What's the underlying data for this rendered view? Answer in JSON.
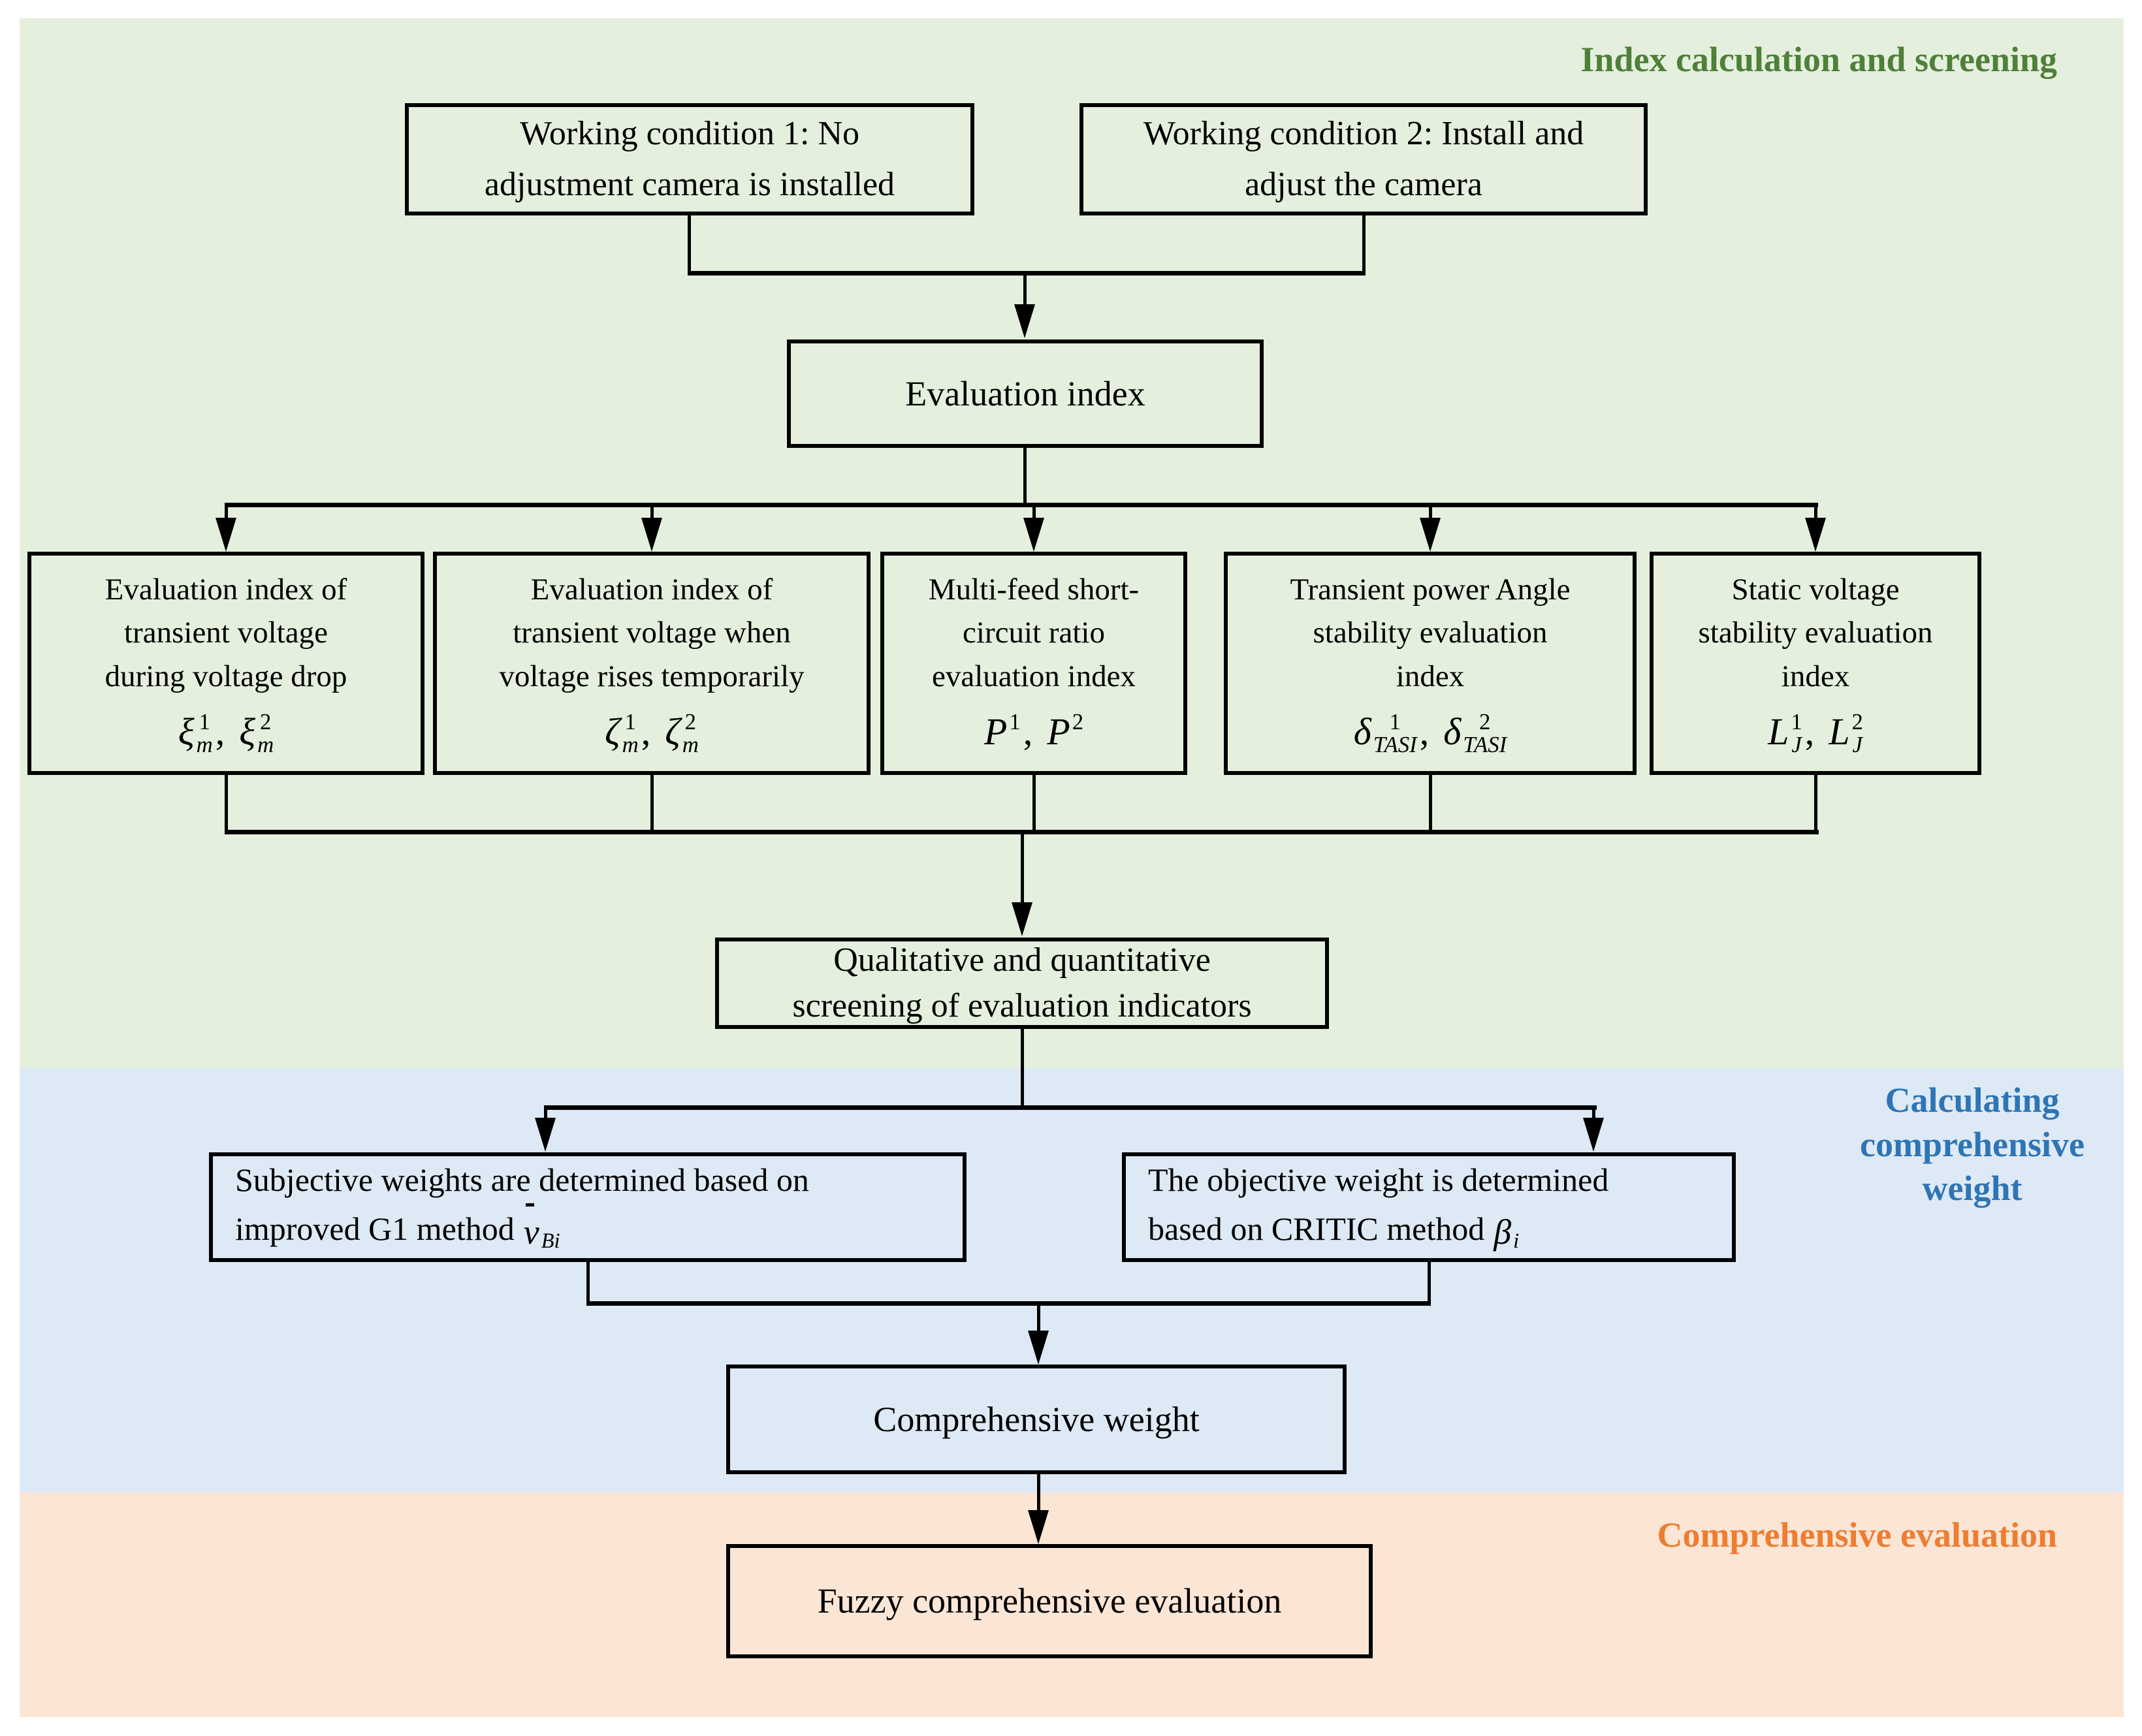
{
  "figure": {
    "section_labels": {
      "green": "Index calculation and screening",
      "blue_lines": [
        "Calculating",
        "comprehensive",
        "weight"
      ],
      "orange": "Comprehensive evaluation"
    }
  },
  "colors": {
    "green_bg": "#e4f0dd",
    "blue_bg": "#dde9f5",
    "orange_bg": "#fbe5d5",
    "green_label": "#4f8038",
    "blue_label": "#2e75b5",
    "orange_label": "#ed7d31",
    "line": "#000000"
  },
  "boxes": {
    "wc1": {
      "lines": [
        "Working condition 1: No",
        "adjustment camera is installed"
      ]
    },
    "wc2": {
      "lines": [
        "Working condition 2: Install and",
        "adjust the camera"
      ]
    },
    "eval_index": {
      "label": "Evaluation index"
    },
    "screening": {
      "lines": [
        "Qualitative and quantitative",
        "screening of evaluation indicators"
      ]
    },
    "subjective": {
      "line1": "Subjective weights are determined based on",
      "line2": "improved G1 method",
      "formula": {
        "sym": "v",
        "sup": "",
        "sub": "Bi"
      }
    },
    "objective": {
      "line1": "The objective weight is determined",
      "line2": "based on CRITIC method",
      "formula": {
        "sym": "β",
        "sup": "",
        "sub": "i"
      }
    },
    "comp_weight": {
      "label": "Comprehensive weight"
    },
    "fuzzy": {
      "label": "Fuzzy comprehensive evaluation"
    }
  },
  "index_boxes": [
    {
      "lines": [
        "Evaluation index of",
        "transient voltage",
        "during voltage drop"
      ],
      "formula_a": {
        "sym": "ξ",
        "sup": "1",
        "sub": "m"
      },
      "formula_b": {
        "sym": "ξ",
        "sup": "2",
        "sub": "m"
      }
    },
    {
      "lines": [
        "Evaluation index of",
        "transient voltage when",
        "voltage rises temporarily"
      ],
      "formula_a": {
        "sym": "ζ",
        "sup": "1",
        "sub": "m"
      },
      "formula_b": {
        "sym": "ζ",
        "sup": "2",
        "sub": "m"
      }
    },
    {
      "lines": [
        "Multi-feed short-",
        "circuit ratio",
        "evaluation index"
      ],
      "formula_a": {
        "sym": "P",
        "sup": "1",
        "sub": ""
      },
      "formula_b": {
        "sym": "P",
        "sup": "2",
        "sub": ""
      }
    },
    {
      "lines": [
        "Transient power Angle",
        "stability evaluation",
        "index"
      ],
      "formula_a": {
        "sym": "δ",
        "sup": "1",
        "sub": "TASI"
      },
      "formula_b": {
        "sym": "δ",
        "sup": "2",
        "sub": "TASI"
      }
    },
    {
      "lines": [
        "Static voltage",
        "stability evaluation",
        "index"
      ],
      "formula_a": {
        "sym": "L",
        "sup": "1",
        "sub": "J"
      },
      "formula_b": {
        "sym": "L",
        "sup": "2",
        "sub": "J"
      }
    }
  ],
  "punctuation": {
    "comma": ","
  }
}
